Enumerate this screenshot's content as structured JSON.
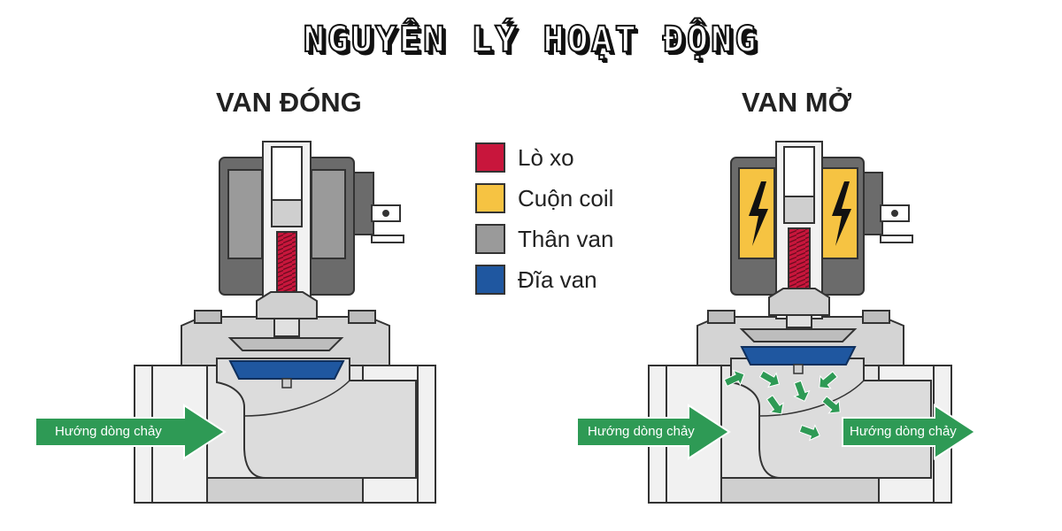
{
  "title": "NGUYÊN LÝ HOẠT ĐỘNG",
  "states": {
    "closed": {
      "title": "VAN ĐÓNG",
      "flow_label": "Hướng dòng chảy"
    },
    "open": {
      "title": "VAN MỞ",
      "flow_label_in": "Hướng dòng chảy",
      "flow_label_out": "Hướng dòng chảy"
    }
  },
  "legend": [
    {
      "label": "Lò xo",
      "color": "#c8163c"
    },
    {
      "label": "Cuộn coil",
      "color": "#f6c342"
    },
    {
      "label": "Thân van",
      "color": "#9a9a9a"
    },
    {
      "label": "Đĩa van",
      "color": "#1f57a0"
    }
  ],
  "colors": {
    "body_light": "#e4e4e4",
    "body_dark": "#6b6b6b",
    "flow_arrow": "#2e9a55",
    "outline": "#333333"
  },
  "icons": [
    "lightning-bolt-icon"
  ]
}
